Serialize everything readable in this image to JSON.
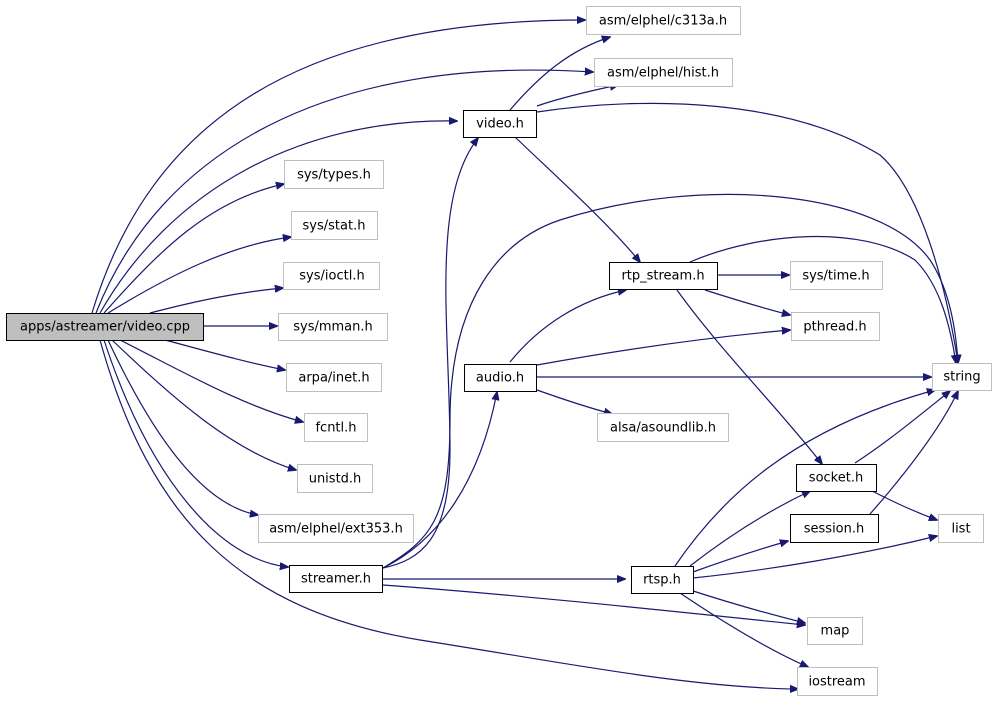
{
  "colors": {
    "edge": "#191970",
    "documented_border": "#000000",
    "external_border": "#bfbfbf",
    "root_fill": "#bfbfbf"
  },
  "nodes": {
    "video_cpp": "apps/astreamer/video.cpp",
    "c313a_h": "asm/elphel/c313a.h",
    "hist_h": "asm/elphel/hist.h",
    "video_h": "video.h",
    "sys_types_h": "sys/types.h",
    "sys_stat_h": "sys/stat.h",
    "sys_ioctl_h": "sys/ioctl.h",
    "sys_mman_h": "sys/mman.h",
    "arpa_inet_h": "arpa/inet.h",
    "fcntl_h": "fcntl.h",
    "unistd_h": "unistd.h",
    "ext353_h": "asm/elphel/ext353.h",
    "streamer_h": "streamer.h",
    "rtp_stream_h": "rtp_stream.h",
    "sys_time_h": "sys/time.h",
    "pthread_h": "pthread.h",
    "audio_h": "audio.h",
    "string": "string",
    "asoundlib_h": "alsa/asoundlib.h",
    "socket_h": "socket.h",
    "session_h": "session.h",
    "list": "list",
    "rtsp_h": "rtsp.h",
    "map": "map",
    "iostream": "iostream"
  }
}
